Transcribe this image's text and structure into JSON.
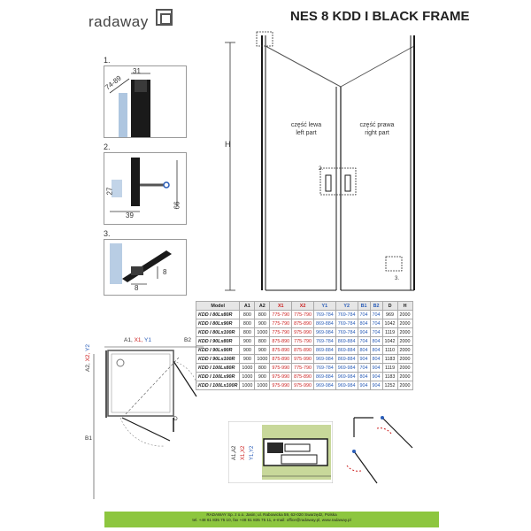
{
  "header": {
    "brand": "radaway",
    "title": "NES 8 KDD I BLACK FRAME"
  },
  "details": {
    "d1": {
      "caption": "1.",
      "dim_a": "31",
      "dim_b": "74-89"
    },
    "d2": {
      "caption": "2.",
      "dim_a": "27",
      "dim_b": "39",
      "dim_c": "66"
    },
    "d3": {
      "caption": "3.",
      "dim_a": "8",
      "dim_b": "8"
    }
  },
  "main_drawing": {
    "height_label": "H",
    "left_part_pl": "część lewa",
    "left_part_en": "left part",
    "right_part_pl": "część prawa",
    "right_part_en": "right part",
    "callout_2": "2.",
    "callout_3": "3."
  },
  "spec_table": {
    "headers": [
      "Model",
      "A1",
      "A2",
      "X1",
      "X2",
      "Y1",
      "Y2",
      "B1",
      "B2",
      "D",
      "H"
    ],
    "rows": [
      [
        "KDD I 80Lx80R",
        "800",
        "800",
        "775-790",
        "775-790",
        "769-784",
        "769-784",
        "704",
        "704",
        "969",
        "2000"
      ],
      [
        "KDD I 80Lx90R",
        "800",
        "900",
        "775-790",
        "875-890",
        "869-884",
        "769-784",
        "804",
        "704",
        "1042",
        "2000"
      ],
      [
        "KDD I 80Lx100R",
        "800",
        "1000",
        "775-790",
        "975-990",
        "969-984",
        "769-784",
        "904",
        "704",
        "1119",
        "2000"
      ],
      [
        "KDD I 90Lx80R",
        "900",
        "800",
        "875-890",
        "775-790",
        "769-784",
        "869-884",
        "704",
        "804",
        "1042",
        "2000"
      ],
      [
        "KDD I 90Lx90R",
        "900",
        "900",
        "875-890",
        "875-890",
        "869-884",
        "869-884",
        "804",
        "804",
        "1110",
        "2000"
      ],
      [
        "KDD I 90Lx100R",
        "900",
        "1000",
        "875-890",
        "975-990",
        "969-984",
        "869-884",
        "904",
        "804",
        "1183",
        "2000"
      ],
      [
        "KDD I 100Lx80R",
        "1000",
        "800",
        "975-990",
        "775-790",
        "769-784",
        "969-984",
        "704",
        "904",
        "1119",
        "2000"
      ],
      [
        "KDD I 100Lx90R",
        "1000",
        "900",
        "975-990",
        "875-890",
        "869-884",
        "969-984",
        "804",
        "904",
        "1183",
        "2000"
      ],
      [
        "KDD I 100Lx100R",
        "1000",
        "1000",
        "975-990",
        "975-990",
        "969-984",
        "969-984",
        "904",
        "904",
        "1252",
        "2000"
      ]
    ]
  },
  "plan_view": {
    "label_top_a1": "A1,",
    "label_top_x1": "X1,",
    "label_top_y1": "Y1",
    "label_top_b2": "B2",
    "label_side_a2": "A2,",
    "label_side_x2": "X2,",
    "label_side_y2": "Y2",
    "label_b1": "B1",
    "label_d": "D"
  },
  "bottom_detail": {
    "label_a": "A1,A2",
    "label_x": "X1,X2",
    "label_y": "Y1,Y2"
  },
  "footer": {
    "line1": "RADAWAY Sp. z o.o. Jasin; ul. Rabowicka 59, 62-020 Swarzędz, Polska",
    "line2": "tel. +48 61 835 75 10, fax +48 61 835 75 11, e-mail: office@radaway.pl, www.radaway.pl"
  },
  "colors": {
    "frame": "#1a1a1a",
    "glass": "#9ab8d8",
    "accent_red": "#cc1e1e",
    "accent_blue": "#2a5db8",
    "footer_bg": "#8dc63f",
    "detail_green": "#c8d89a"
  }
}
